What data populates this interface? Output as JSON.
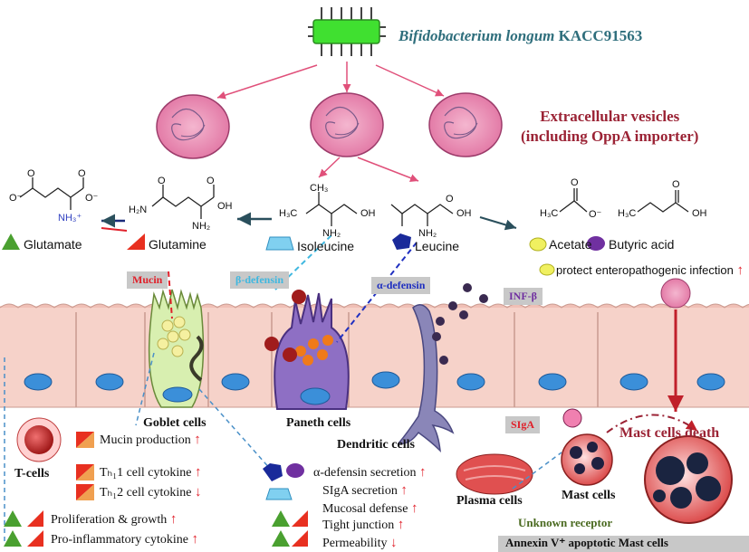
{
  "bacterium": {
    "name": "Bifidobacterium longum",
    "strain": "KACC91563"
  },
  "extracellular_vesicles": {
    "line1": "Extracellular vesicles",
    "line2": "(including OppA importer)"
  },
  "metabolites": {
    "glutamate": "Glutamate",
    "glutamine": "Glutamine",
    "isoleucine": "Isoleucine",
    "leucine": "Leucine",
    "acetate": "Acetate",
    "butyric_acid": "Butyric acid"
  },
  "chemistry": {
    "glutamate_nh3": "NH₃⁺",
    "nh2": "NH₂",
    "h2n": "H₂N",
    "oh": "OH",
    "o": "O",
    "o_minus": "O⁻",
    "ch3": "CH₃",
    "h3c": "H₃C"
  },
  "labels": {
    "mucin": "Mucin",
    "beta_defensin": "β-defensin",
    "alpha_defensin": "α-defensin",
    "inf_beta": "INF-β",
    "siga": "SIgA",
    "protect": "protect enteropathogenic infection",
    "unknown_receptor": "Unknown receptor",
    "annexin": "Annexin V⁺ apoptotic Mast cells",
    "mast_death": "Mast cells death"
  },
  "cells": {
    "goblet": "Goblet cells",
    "paneth": "Paneth cells",
    "dendritic": "Dendritic cells",
    "plasma": "Plasma cells",
    "mast": "Mast cells",
    "t_cells": "T-cells"
  },
  "effects_left": [
    {
      "text": "Mucin production",
      "arrow": "↑"
    },
    {
      "text": "Tₕ₁1 cell cytokine",
      "arrow": "↑"
    },
    {
      "text": "Tₕ₁2 cell cytokine",
      "arrow": "↓"
    },
    {
      "text": "Proliferation & growth",
      "arrow": "↑"
    },
    {
      "text": "Pro-inflammatory cytokine",
      "arrow": "↑"
    }
  ],
  "effects_th": {
    "th1": "T",
    "th1_sub": "H",
    "th1_rest": "1 cell cytokine",
    "th2_rest": "2 cell cytokine"
  },
  "effects_mid": [
    {
      "text": "α-defensin secretion",
      "arrow": "↑"
    },
    {
      "text": "SIgA secretion",
      "arrow": "↑"
    },
    {
      "text": "Mucosal defense",
      "arrow": "↑"
    },
    {
      "text": "Tight junction",
      "arrow": "↑"
    },
    {
      "text": "Permeability",
      "arrow": "↓"
    }
  ],
  "protect_arrow": "↑",
  "colors": {
    "bact_title": "#2e6e7c",
    "ev_title": "#9b2335",
    "vesicle": "#e98fb8",
    "arrow_pink": "#e0507a",
    "arrow_red": "#e0202a",
    "arrow_dark": "#2a4f5c",
    "epithelium": "#f6d2c9",
    "nucleus": "#3b8fd9",
    "goblet": "#d8efb0",
    "paneth": "#8e6fc4",
    "dendritic": "#8a86b8",
    "mast_death": "#9b2335"
  }
}
